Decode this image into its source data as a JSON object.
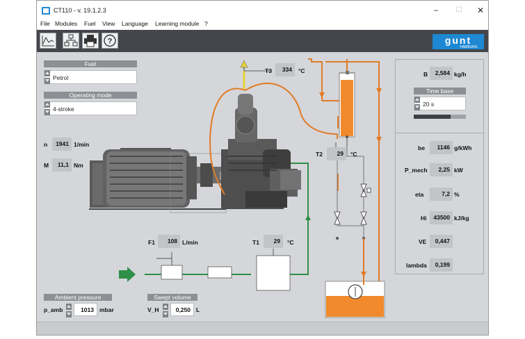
{
  "window": {
    "title": "CT110 - v. 19.1.2.3",
    "controls": {
      "minimize": "–",
      "maximize": "☐",
      "close": "✕"
    }
  },
  "menu": [
    "File",
    "Modules",
    "Fuel",
    "View",
    "Language",
    "Learning module",
    "?"
  ],
  "toolbar": {
    "buttons": [
      "chart-icon",
      "network-icon",
      "printer-icon",
      "help-icon"
    ],
    "logo_text": "gunt",
    "logo_sub": "HAMBURG",
    "logo_color": "#1e88d2"
  },
  "fuel": {
    "title": "Fuel",
    "value": "Petrol"
  },
  "operating_mode": {
    "title": "Operating mode",
    "value": "4-stroke"
  },
  "speed": {
    "label": "n",
    "value": "1941",
    "unit": "1/min"
  },
  "torque": {
    "label": "M",
    "value": "11,1",
    "unit": "Nm"
  },
  "t3": {
    "label": "T3",
    "value": "334",
    "unit": "°C"
  },
  "t2": {
    "label": "T2",
    "value": "29",
    "unit": "°C"
  },
  "t1": {
    "label": "T1",
    "value": "29",
    "unit": "°C"
  },
  "f1": {
    "label": "F1",
    "value": "108",
    "unit": "L/min"
  },
  "ambient": {
    "title": "Ambient pressure",
    "label": "p_amb",
    "value": "1013",
    "unit": "mbar"
  },
  "swept": {
    "title": "Swept volume",
    "label": "V_H",
    "value": "0,250",
    "unit": "L"
  },
  "right": {
    "b": {
      "label": "B",
      "value": "2,584",
      "unit": "kg/h"
    },
    "time_base": {
      "title": "Time base",
      "value": "20 s",
      "progress": 0.7
    },
    "be": {
      "label": "be",
      "value": "1146",
      "unit": "g/kWh"
    },
    "p_mech": {
      "label": "P_mech",
      "value": "2,25",
      "unit": "kW"
    },
    "eta": {
      "label": "eta",
      "value": "7,2",
      "unit": "%"
    },
    "hi": {
      "label": "Hi",
      "value": "43500",
      "unit": "kJ/kg"
    },
    "ve": {
      "label": "VE",
      "value": "0,447"
    },
    "lambda": {
      "label": "lambda",
      "value": "0,199"
    }
  },
  "colors": {
    "toolbar": "#43464b",
    "fuel_line": "#e07b25",
    "fuel_tank": "#f08a2c",
    "air_line": "#2f8f48",
    "exhaust": "#f2e34a"
  }
}
